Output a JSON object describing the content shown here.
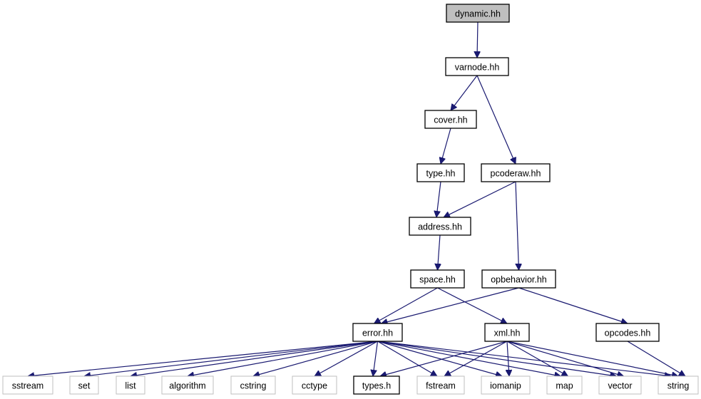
{
  "graph": {
    "root": "dynamic.hh",
    "nodes": [
      {
        "id": "dynamic",
        "label": "dynamic.hh",
        "kind": "root"
      },
      {
        "id": "varnode",
        "label": "varnode.hh",
        "kind": "internal"
      },
      {
        "id": "cover",
        "label": "cover.hh",
        "kind": "internal"
      },
      {
        "id": "type",
        "label": "type.hh",
        "kind": "internal"
      },
      {
        "id": "pcoderaw",
        "label": "pcoderaw.hh",
        "kind": "internal"
      },
      {
        "id": "address",
        "label": "address.hh",
        "kind": "internal"
      },
      {
        "id": "space",
        "label": "space.hh",
        "kind": "internal"
      },
      {
        "id": "opbehavior",
        "label": "opbehavior.hh",
        "kind": "internal"
      },
      {
        "id": "error",
        "label": "error.hh",
        "kind": "internal"
      },
      {
        "id": "xml",
        "label": "xml.hh",
        "kind": "internal"
      },
      {
        "id": "opcodes",
        "label": "opcodes.hh",
        "kind": "internal"
      },
      {
        "id": "sstream",
        "label": "sstream",
        "kind": "external"
      },
      {
        "id": "set",
        "label": "set",
        "kind": "external"
      },
      {
        "id": "list",
        "label": "list",
        "kind": "external"
      },
      {
        "id": "algorithm",
        "label": "algorithm",
        "kind": "external"
      },
      {
        "id": "cstring",
        "label": "cstring",
        "kind": "external"
      },
      {
        "id": "cctype",
        "label": "cctype",
        "kind": "external"
      },
      {
        "id": "typesh",
        "label": "types.h",
        "kind": "internal"
      },
      {
        "id": "fstream",
        "label": "fstream",
        "kind": "external"
      },
      {
        "id": "iomanip",
        "label": "iomanip",
        "kind": "external"
      },
      {
        "id": "map",
        "label": "map",
        "kind": "external"
      },
      {
        "id": "vector",
        "label": "vector",
        "kind": "external"
      },
      {
        "id": "string",
        "label": "string",
        "kind": "external"
      }
    ],
    "edges": [
      [
        "dynamic",
        "varnode"
      ],
      [
        "varnode",
        "cover"
      ],
      [
        "varnode",
        "pcoderaw"
      ],
      [
        "cover",
        "type"
      ],
      [
        "type",
        "address"
      ],
      [
        "pcoderaw",
        "address"
      ],
      [
        "pcoderaw",
        "opbehavior"
      ],
      [
        "address",
        "space"
      ],
      [
        "space",
        "error"
      ],
      [
        "space",
        "xml"
      ],
      [
        "opbehavior",
        "error"
      ],
      [
        "opbehavior",
        "opcodes"
      ],
      [
        "error",
        "sstream"
      ],
      [
        "error",
        "set"
      ],
      [
        "error",
        "list"
      ],
      [
        "error",
        "algorithm"
      ],
      [
        "error",
        "cstring"
      ],
      [
        "error",
        "cctype"
      ],
      [
        "error",
        "typesh"
      ],
      [
        "error",
        "fstream"
      ],
      [
        "error",
        "iomanip"
      ],
      [
        "error",
        "map"
      ],
      [
        "error",
        "vector"
      ],
      [
        "error",
        "string"
      ],
      [
        "xml",
        "typesh"
      ],
      [
        "xml",
        "fstream"
      ],
      [
        "xml",
        "iomanip"
      ],
      [
        "xml",
        "map"
      ],
      [
        "xml",
        "vector"
      ],
      [
        "xml",
        "string"
      ],
      [
        "opcodes",
        "string"
      ]
    ],
    "colors": {
      "edge": "#191970",
      "root_fill": "#bfbfbf",
      "internal_border": "#000000",
      "external_border": "#bfbfbf"
    }
  }
}
